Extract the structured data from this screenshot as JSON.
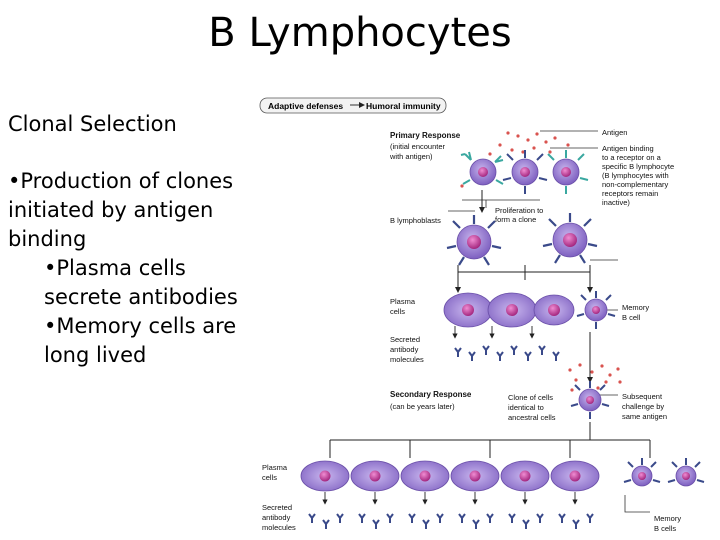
{
  "slide": {
    "title": "B Lymphocytes",
    "subtitle": "Clonal Selection",
    "bullets": [
      "•Production of clones initiated by antigen binding",
      "•Plasma cells secrete antibodies",
      "•Memory cells are long lived"
    ]
  },
  "figure": {
    "header_left": "Adaptive defenses",
    "header_right": "Humoral immunity",
    "primary_response": [
      "Primary Response",
      "(initial encounter",
      "with antigen)"
    ],
    "antigen": "Antigen",
    "antigen_binding": [
      "Antigen binding",
      "to a receptor on a",
      "specific B lymphocyte",
      "(B lymphocytes with",
      "non-complementary",
      "receptors remain",
      "inactive)"
    ],
    "proliferation": [
      "Proliferation to",
      "form a clone"
    ],
    "b_lymphoblasts": "B lymphoblasts",
    "plasma_cells": [
      "Plasma",
      "cells"
    ],
    "memory_b_cell": [
      "Memory",
      "B cell"
    ],
    "secreted_antibody": [
      "Secreted",
      "antibody",
      "molecules"
    ],
    "secondary_response": [
      "Secondary Response",
      "(can be years later)"
    ],
    "clone_of_cells": [
      "Clone of cells",
      "identical to",
      "ancestral cells"
    ],
    "subsequent_challenge": [
      "Subsequent",
      "challenge by",
      "same antigen"
    ],
    "plasma_cells_2": [
      "Plasma",
      "cells"
    ],
    "secreted_antibody_2": [
      "Secreted",
      "antibody",
      "molecules"
    ],
    "memory_b_cells": [
      "Memory",
      "B cells"
    ],
    "colors": {
      "cell_fill": "#9a7fd1",
      "cell_stroke": "#6a4fa8",
      "nucleus": "#c43a9c",
      "plasma_fill": "#a98ad6",
      "antibody": "#3a4a8a",
      "antigen_dot": "#d9534f",
      "receptor_teal": "#3aa8a0",
      "arrow": "#222222"
    }
  }
}
